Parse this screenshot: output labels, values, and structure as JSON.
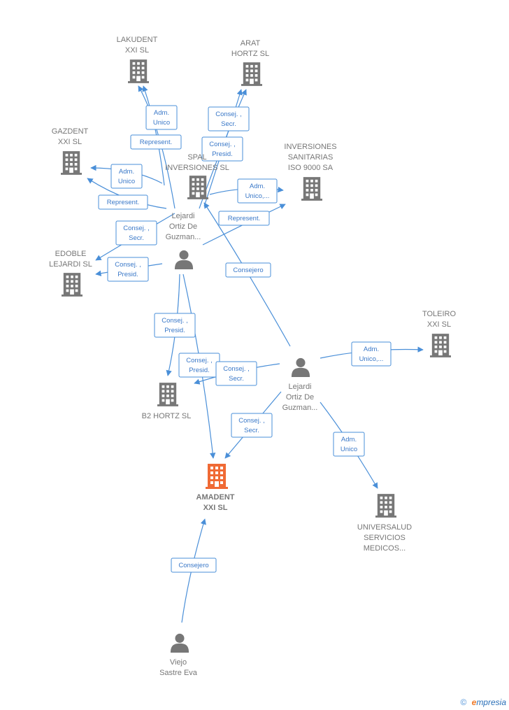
{
  "colors": {
    "edge": "#4a8fd8",
    "building": "#777777",
    "main_building": "#f06a35",
    "person": "#777777"
  },
  "nodes": [
    {
      "id": "lakudent",
      "type": "company",
      "lines": [
        "LAKUDENT",
        "XXI SL"
      ]
    },
    {
      "id": "arat",
      "type": "company",
      "lines": [
        "ARAT",
        "HORTZ  SL"
      ]
    },
    {
      "id": "gazdent",
      "type": "company",
      "lines": [
        "GAZDENT",
        "XXI SL"
      ]
    },
    {
      "id": "spal",
      "type": "company",
      "lines": [
        "SPAL",
        "INVERSIONES SL"
      ]
    },
    {
      "id": "inversiones",
      "type": "company",
      "lines": [
        "INVERSIONES",
        "SANITARIAS",
        "ISO 9000 SA"
      ]
    },
    {
      "id": "edoble",
      "type": "company",
      "lines": [
        "EDOBLE",
        "LEJARDI  SL"
      ]
    },
    {
      "id": "toleiro",
      "type": "company",
      "lines": [
        "TOLEIRO",
        "XXI  SL"
      ]
    },
    {
      "id": "b2hortz",
      "type": "company",
      "lines": [
        "B2 HORTZ  SL"
      ]
    },
    {
      "id": "amadent",
      "type": "main",
      "lines": [
        "AMADENT",
        "XXI  SL"
      ]
    },
    {
      "id": "universalud",
      "type": "company",
      "lines": [
        "UNIVERSALUD",
        "SERVICIOS",
        "MEDICOS..."
      ]
    },
    {
      "id": "person1",
      "type": "person",
      "lines": [
        "Lejardi",
        "Ortiz De",
        "Guzman..."
      ]
    },
    {
      "id": "person2",
      "type": "person",
      "lines": [
        "Lejardi",
        "Ortiz De",
        "Guzman..."
      ]
    },
    {
      "id": "person3",
      "type": "person",
      "lines": [
        "Viejo",
        "Sastre Eva"
      ]
    }
  ],
  "edges": [
    {
      "id": "e1",
      "lines": [
        "Adm.",
        "Unico"
      ]
    },
    {
      "id": "e2",
      "lines": [
        "Represent."
      ]
    },
    {
      "id": "e3",
      "lines": [
        "Consej. ,",
        "Secr."
      ]
    },
    {
      "id": "e4",
      "lines": [
        "Consej. ,",
        "Presid."
      ]
    },
    {
      "id": "e5",
      "lines": [
        "Adm.",
        "Unico"
      ]
    },
    {
      "id": "e6",
      "lines": [
        "Represent."
      ]
    },
    {
      "id": "e7",
      "lines": [
        "Adm.",
        "Unico,..."
      ]
    },
    {
      "id": "e8",
      "lines": [
        "Represent."
      ]
    },
    {
      "id": "e9",
      "lines": [
        "Consej. ,",
        "Secr."
      ]
    },
    {
      "id": "e10",
      "lines": [
        "Consej. ,",
        "Presid."
      ]
    },
    {
      "id": "e11",
      "lines": [
        "Consejero"
      ]
    },
    {
      "id": "e12",
      "lines": [
        "Consej. ,",
        "Presid."
      ]
    },
    {
      "id": "e13",
      "lines": [
        "Consej. ,",
        "Presid."
      ]
    },
    {
      "id": "e14",
      "lines": [
        "Consej. ,",
        "Secr."
      ]
    },
    {
      "id": "e15",
      "lines": [
        "Adm.",
        "Unico,..."
      ]
    },
    {
      "id": "e16",
      "lines": [
        "Consej. ,",
        "Secr."
      ]
    },
    {
      "id": "e17",
      "lines": [
        "Adm.",
        "Unico"
      ]
    },
    {
      "id": "e18",
      "lines": [
        "Consejero"
      ]
    }
  ],
  "footer": {
    "copyright": "©",
    "brand_initial": "e",
    "brand_rest": "mpresia"
  }
}
